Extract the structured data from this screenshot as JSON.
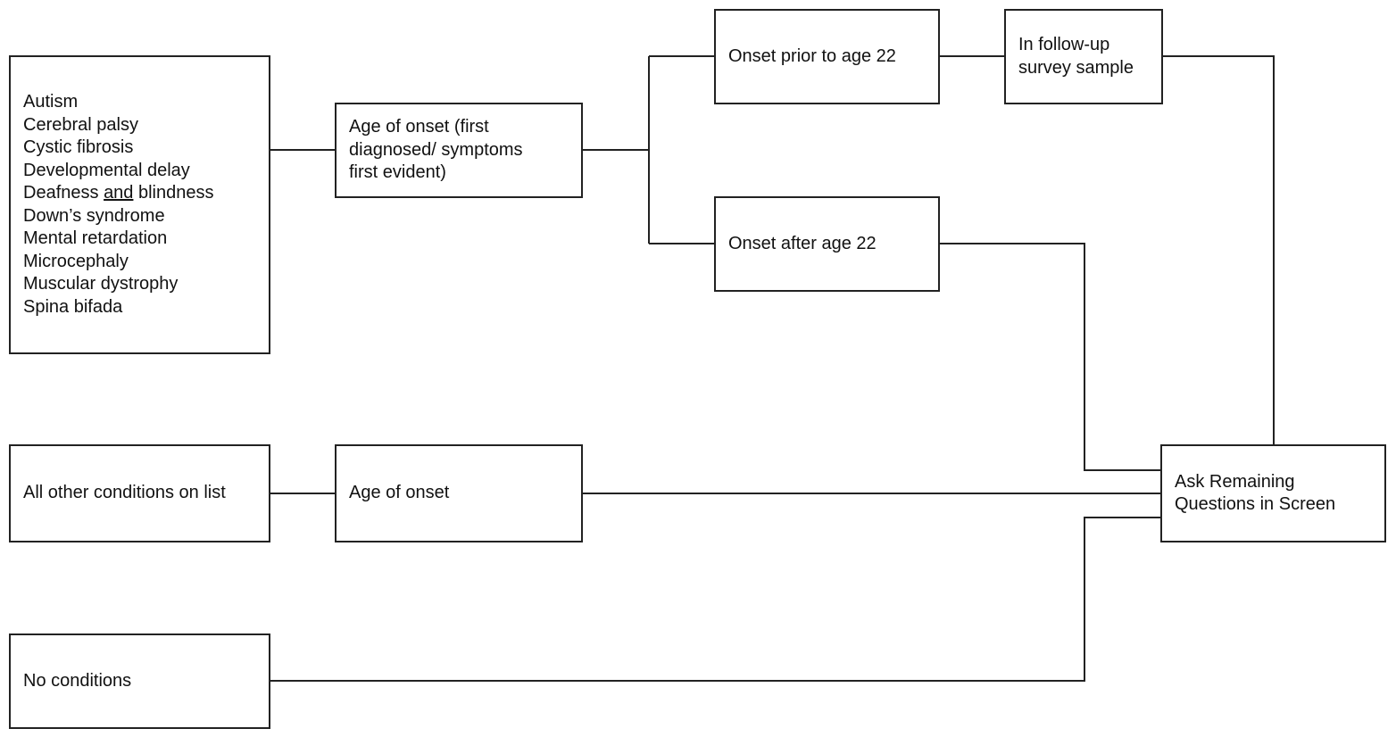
{
  "diagram": {
    "conditions": {
      "items": [
        "Autism",
        "Cerebral palsy",
        "Cystic fibrosis",
        "Developmental delay",
        "Deafness and blindness",
        "Down’s syndrome",
        "Mental retardation",
        "Microcephaly",
        "Muscular dystrophy",
        "Spina bifada"
      ],
      "deafness_pre": "Deafness ",
      "deafness_underlined": "and",
      "deafness_post": " blindness"
    },
    "age_of_onset_detail": "Age of onset (first\ndiagnosed/ symptoms\nfirst evident)",
    "onset_prior": "Onset prior to age 22",
    "follow_up": "In follow-up\nsurvey sample",
    "onset_after": "Onset after age 22",
    "other_conditions": "All other conditions on list",
    "age_of_onset": "Age of onset",
    "ask_remaining": "Ask Remaining\nQuestions in Screen",
    "no_conditions": "No conditions"
  }
}
